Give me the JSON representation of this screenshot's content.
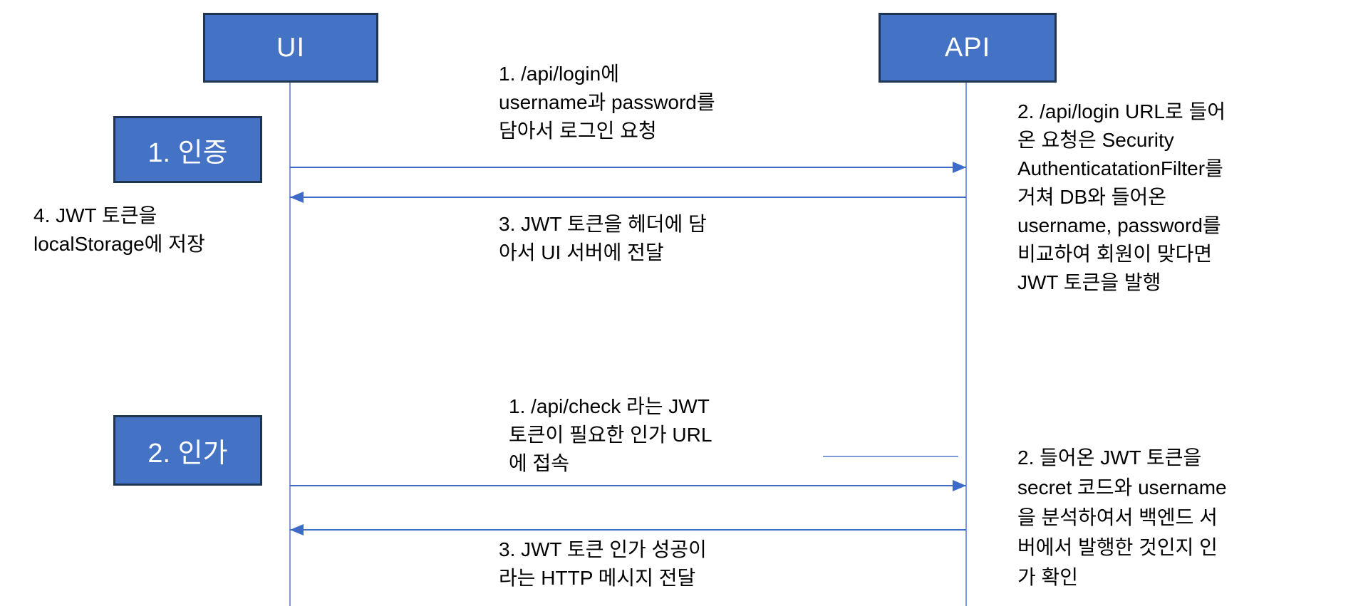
{
  "colors": {
    "box_fill": "#4472C4",
    "box_border": "#1F3450",
    "lifeline": "#7D9BD8",
    "arrow": "#3E6BC7",
    "text": "#000000"
  },
  "actors": [
    {
      "label": "UI"
    },
    {
      "label": "API"
    }
  ],
  "phases": [
    {
      "label": "1. 인증"
    },
    {
      "label": "2. 인가"
    }
  ],
  "notes": {
    "auth_request": "1. /api/login에\nusername과 password를\n담아서 로그인 요청",
    "auth_response": "3. JWT 토큰을 헤더에 담\n아서 UI 서버에 전달",
    "auth_client_side": "4. JWT 토큰을\nlocalStorage에 저장",
    "auth_server_side": "2. /api/login URL로 들어\n온 요청은 Security\nAuthenticatationFilter를\n거쳐 DB와 들어온\nusername, password를\n비교하여 회원이 맞다면\nJWT 토큰을 발행",
    "authz_request": "1. /api/check 라는 JWT\n토큰이 필요한 인가 URL\n에 접속",
    "authz_response": "3. JWT 토큰 인가 성공이\n라는 HTTP 메시지 전달",
    "authz_server_side": "2. 들어온 JWT 토큰을\nsecret 코드와 username\n을 분석하여서 백엔드 서\n버에서 발행한 것인지 인\n가 확인"
  }
}
